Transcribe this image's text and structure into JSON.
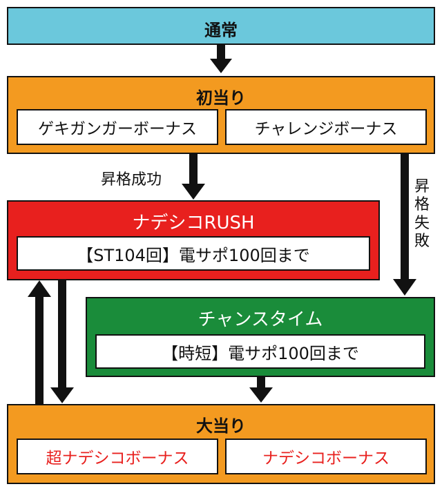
{
  "normal": {
    "title": "通常",
    "color": "#6bc8dc"
  },
  "first_hit": {
    "title": "初当り",
    "color": "#f39a20",
    "bonuses": [
      "ゲキガンガーボーナス",
      "チャレンジボーナス"
    ]
  },
  "nadesico_rush": {
    "title": "ナデシコRUSH",
    "color": "#e8201e",
    "detail": "【ST104回】電サポ100回まで"
  },
  "chance_time": {
    "title": "チャンスタイム",
    "color": "#1a8c3a",
    "detail": "【時短】電サポ100回まで"
  },
  "big_hit": {
    "title": "大当り",
    "color": "#f39a20",
    "bonuses": [
      "超ナデシコボーナス",
      "ナデシコボーナス"
    ]
  },
  "labels": {
    "promotion_success": "昇格成功",
    "promotion_fail": "昇格失敗"
  }
}
